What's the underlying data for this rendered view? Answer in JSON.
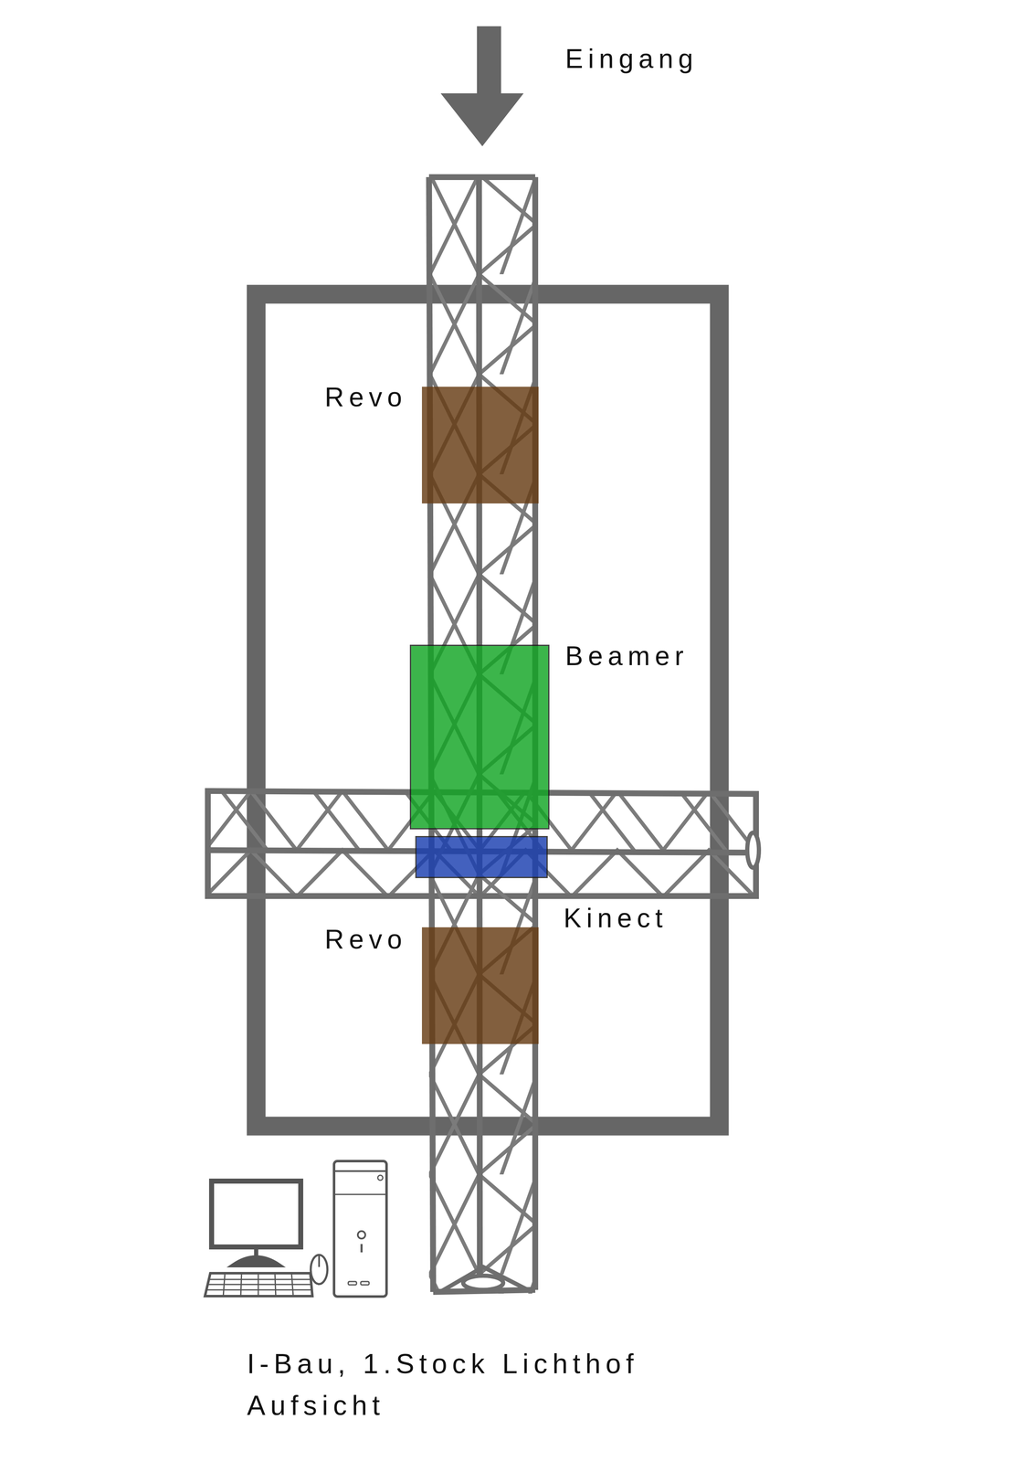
{
  "diagram": {
    "caption": "I-Bau, 1.Stock Lichthof Aufsicht",
    "nodes": [
      {
        "text": [
          "Revo"
        ]
      },
      {
        "text": [
          "Beamer"
        ]
      },
      {
        "text": [
          "Kinect"
        ]
      },
      {
        "text": [
          "Revo"
        ]
      }
    ],
    "labels": [
      "Eingang"
    ]
  }
}
